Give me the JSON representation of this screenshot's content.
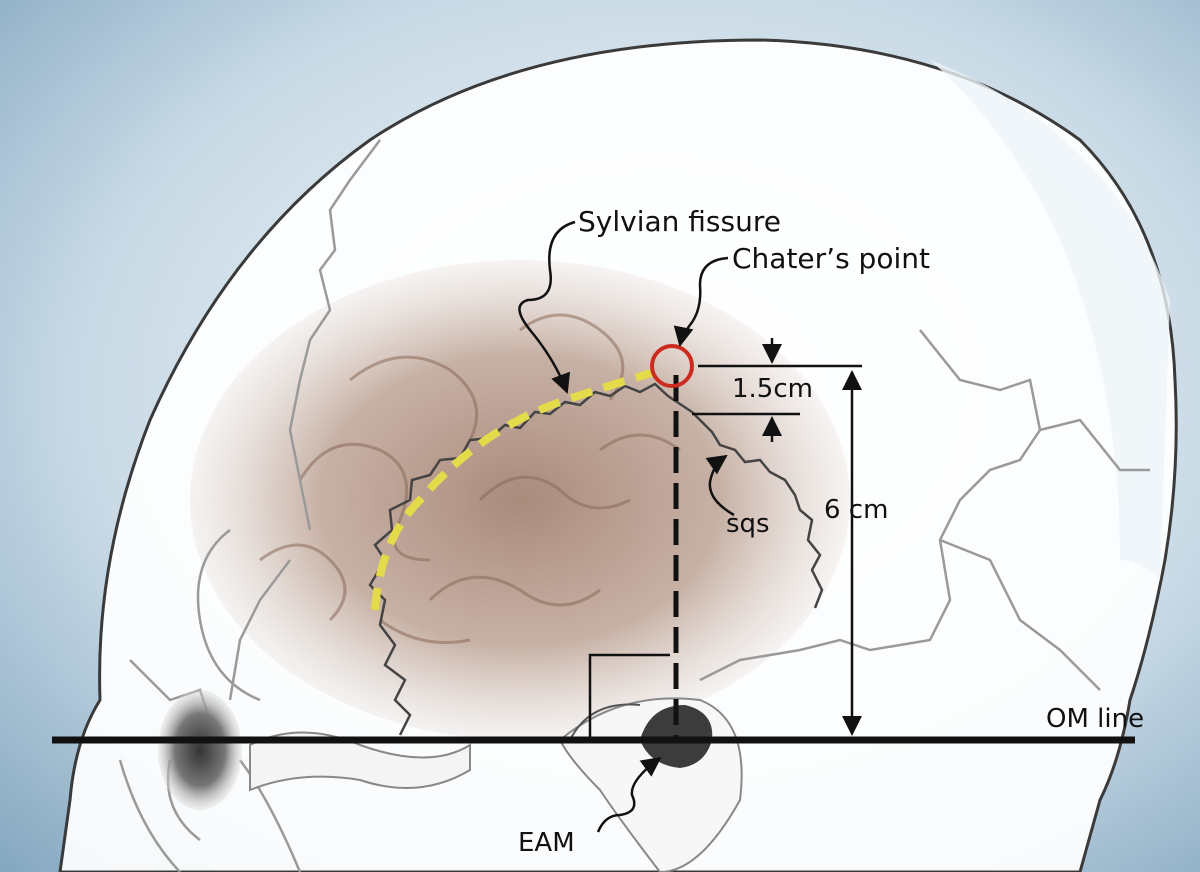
{
  "labels": {
    "sylvian_fissure": "Sylvian fissure",
    "chaters_point": "Chater’s point",
    "measure_small": "1.5cm",
    "measure_large": "6 cm",
    "sqs": "sqs",
    "om_line": "OM line",
    "eam": "EAM"
  },
  "colors": {
    "background_top": "#7ea3bd",
    "background_bottom": "#e8f0f5",
    "skull_fill": "#ffffff",
    "bone_outline": "#333333",
    "suture": "#9a9a9a",
    "brain": "#b89a8a",
    "fissure_dash": "#e3db4a",
    "chaters_circle": "#cc2b1f",
    "line": "#111111"
  },
  "icons": {
    "chaters_point": "red-circle-marker",
    "measure_arrows": "dimension-arrow-icon",
    "leader_arrows": "curved-leader-arrow-icon"
  }
}
